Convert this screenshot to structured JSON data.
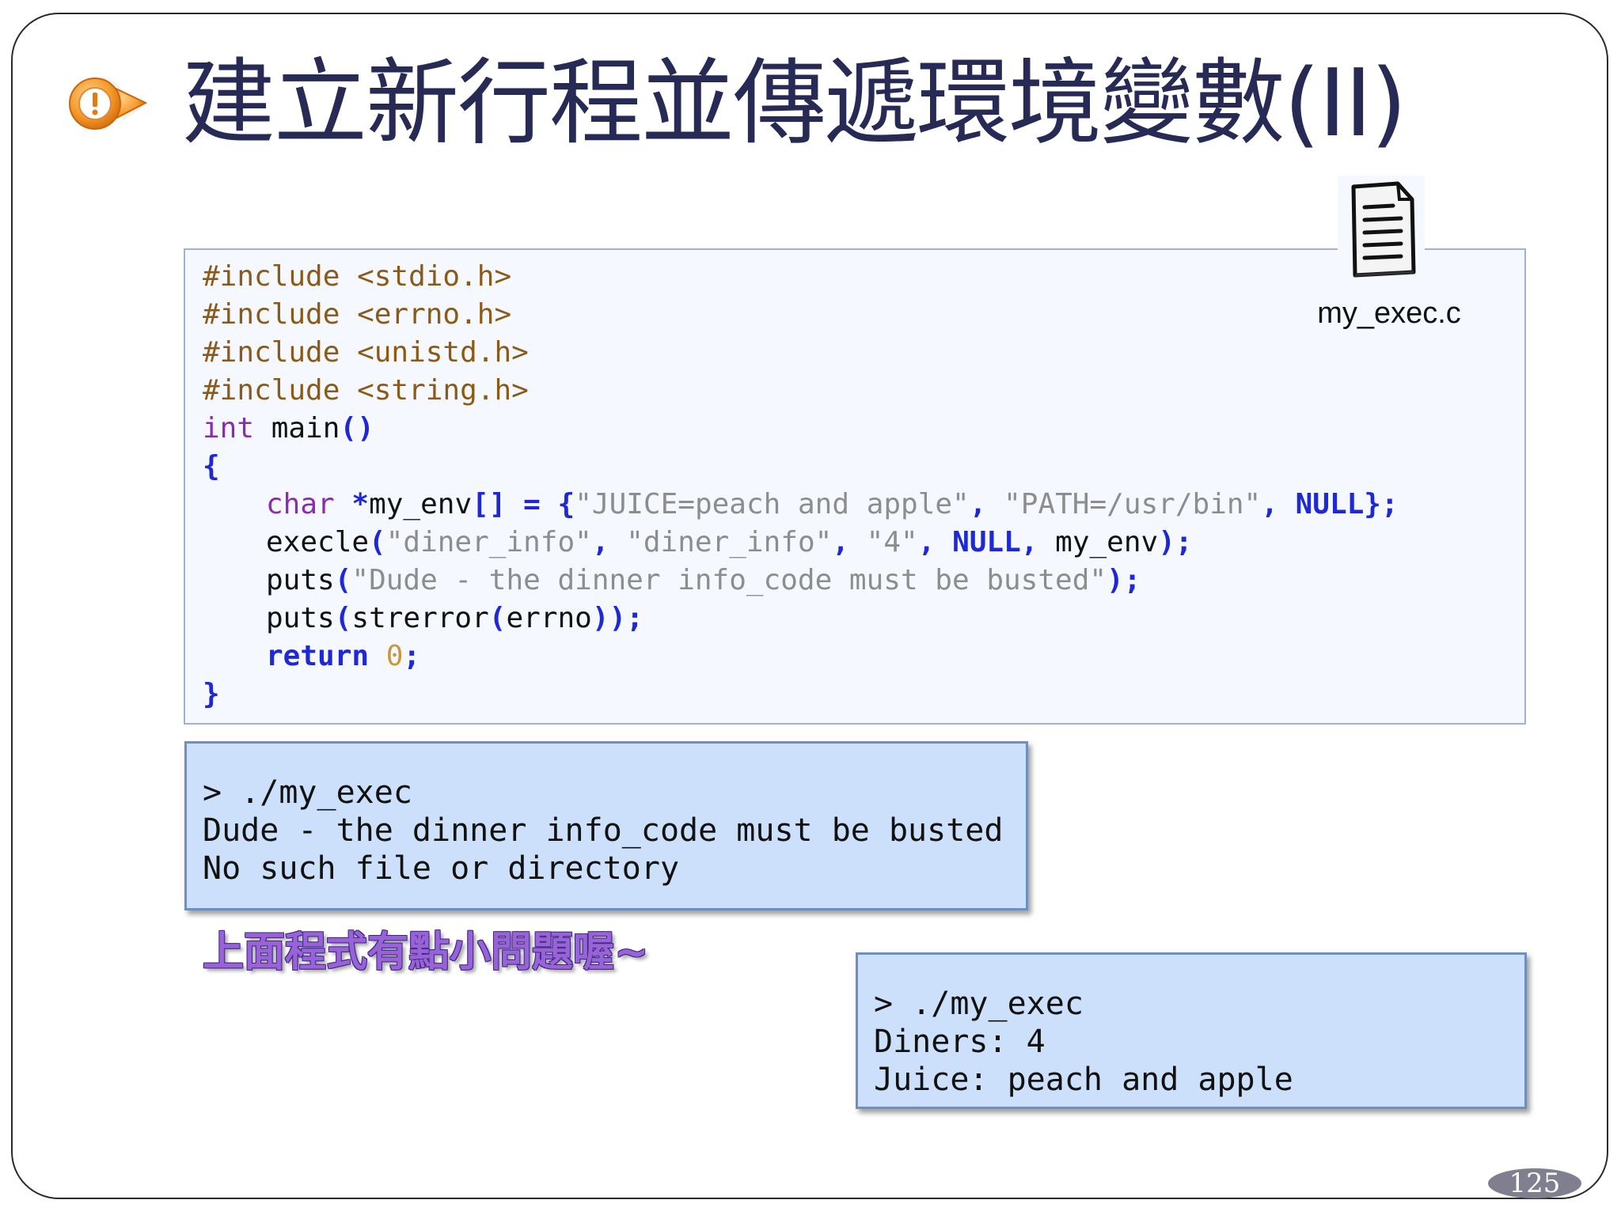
{
  "slide": {
    "title": "建立新行程並傳遞環境變數(II)",
    "page_number": "125",
    "title_bullet_icon": "warning-callout-icon",
    "accent_color": "#f08a1e"
  },
  "code_file": {
    "filename": "my_exec.c",
    "icon": "document-icon",
    "lines": [
      {
        "parts": [
          {
            "cls": "c-pre",
            "text": "#include <stdio.h>"
          }
        ]
      },
      {
        "parts": [
          {
            "cls": "c-pre",
            "text": "#include <errno.h>"
          }
        ]
      },
      {
        "parts": [
          {
            "cls": "c-pre",
            "text": "#include <unistd.h>"
          }
        ]
      },
      {
        "parts": [
          {
            "cls": "c-pre",
            "text": "#include <string.h>"
          }
        ]
      },
      {
        "parts": [
          {
            "cls": "c-type",
            "text": "int"
          },
          {
            "cls": "c-plain",
            "text": " main"
          },
          {
            "cls": "c-punc",
            "text": "()"
          }
        ]
      },
      {
        "parts": [
          {
            "cls": "c-punc",
            "text": "{"
          }
        ]
      },
      {
        "indent": true,
        "parts": [
          {
            "cls": "c-type",
            "text": "char"
          },
          {
            "cls": "c-plain",
            "text": " "
          },
          {
            "cls": "c-punc",
            "text": "*"
          },
          {
            "cls": "c-plain",
            "text": "my_env"
          },
          {
            "cls": "c-punc",
            "text": "[]"
          },
          {
            "cls": "c-plain",
            "text": " "
          },
          {
            "cls": "c-punc",
            "text": "="
          },
          {
            "cls": "c-plain",
            "text": " "
          },
          {
            "cls": "c-punc",
            "text": "{"
          },
          {
            "cls": "c-str",
            "text": "\"JUICE=peach and apple\""
          },
          {
            "cls": "c-punc",
            "text": ","
          },
          {
            "cls": "c-plain",
            "text": " "
          },
          {
            "cls": "c-str",
            "text": "\"PATH=/usr/bin\""
          },
          {
            "cls": "c-punc",
            "text": ","
          },
          {
            "cls": "c-plain",
            "text": " "
          },
          {
            "cls": "c-kw",
            "text": "NULL"
          },
          {
            "cls": "c-punc",
            "text": "};"
          }
        ]
      },
      {
        "indent": true,
        "parts": [
          {
            "cls": "c-plain",
            "text": "execle"
          },
          {
            "cls": "c-punc",
            "text": "("
          },
          {
            "cls": "c-str",
            "text": "\"diner_info\""
          },
          {
            "cls": "c-punc",
            "text": ","
          },
          {
            "cls": "c-plain",
            "text": " "
          },
          {
            "cls": "c-str",
            "text": "\"diner_info\""
          },
          {
            "cls": "c-punc",
            "text": ","
          },
          {
            "cls": "c-plain",
            "text": " "
          },
          {
            "cls": "c-str",
            "text": "\"4\""
          },
          {
            "cls": "c-punc",
            "text": ","
          },
          {
            "cls": "c-plain",
            "text": " "
          },
          {
            "cls": "c-kw",
            "text": "NULL"
          },
          {
            "cls": "c-punc",
            "text": ","
          },
          {
            "cls": "c-plain",
            "text": " my_env"
          },
          {
            "cls": "c-punc",
            "text": ");"
          }
        ]
      },
      {
        "indent": true,
        "parts": [
          {
            "cls": "c-plain",
            "text": "puts"
          },
          {
            "cls": "c-punc",
            "text": "("
          },
          {
            "cls": "c-str",
            "text": "\"Dude - the dinner info_code must be busted\""
          },
          {
            "cls": "c-punc",
            "text": ");"
          }
        ]
      },
      {
        "indent": true,
        "parts": [
          {
            "cls": "c-plain",
            "text": "puts"
          },
          {
            "cls": "c-punc",
            "text": "("
          },
          {
            "cls": "c-plain",
            "text": "strerror"
          },
          {
            "cls": "c-punc",
            "text": "("
          },
          {
            "cls": "c-plain",
            "text": "errno"
          },
          {
            "cls": "c-punc",
            "text": "));"
          }
        ]
      },
      {
        "indent": true,
        "parts": [
          {
            "cls": "c-kw",
            "text": "return"
          },
          {
            "cls": "c-plain",
            "text": " "
          },
          {
            "cls": "c-num",
            "text": "0"
          },
          {
            "cls": "c-punc",
            "text": ";"
          }
        ]
      },
      {
        "parts": [
          {
            "cls": "c-punc",
            "text": "}"
          }
        ]
      }
    ]
  },
  "terminal_before": {
    "lines": [
      "> ./my_exec",
      "Dude - the dinner info_code must be busted",
      "No such file or directory"
    ]
  },
  "note": "上面程式有點小問題喔~",
  "terminal_after": {
    "lines": [
      "> ./my_exec",
      "Diners: 4",
      "Juice: peach and apple"
    ]
  }
}
